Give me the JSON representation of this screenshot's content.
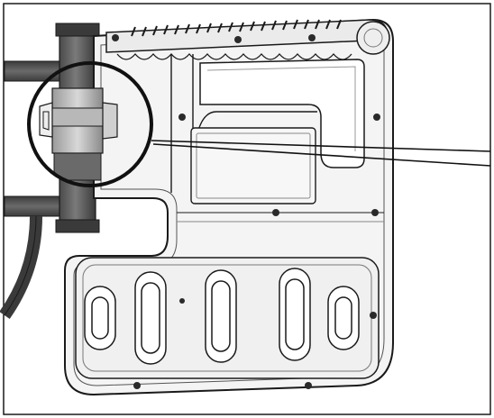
{
  "figure": {
    "style": "grayscale technical line illustration",
    "subject_icon": "mounting-bracket-with-pipe-clamp",
    "callout_count": 1,
    "colors": {
      "line": "#1a1a1a",
      "body_fill": "#f4f4f4",
      "pipe_dark": "#555555",
      "pipe_mid": "#777777",
      "clamp_light": "#d6d6d6",
      "background": "#ffffff"
    }
  }
}
